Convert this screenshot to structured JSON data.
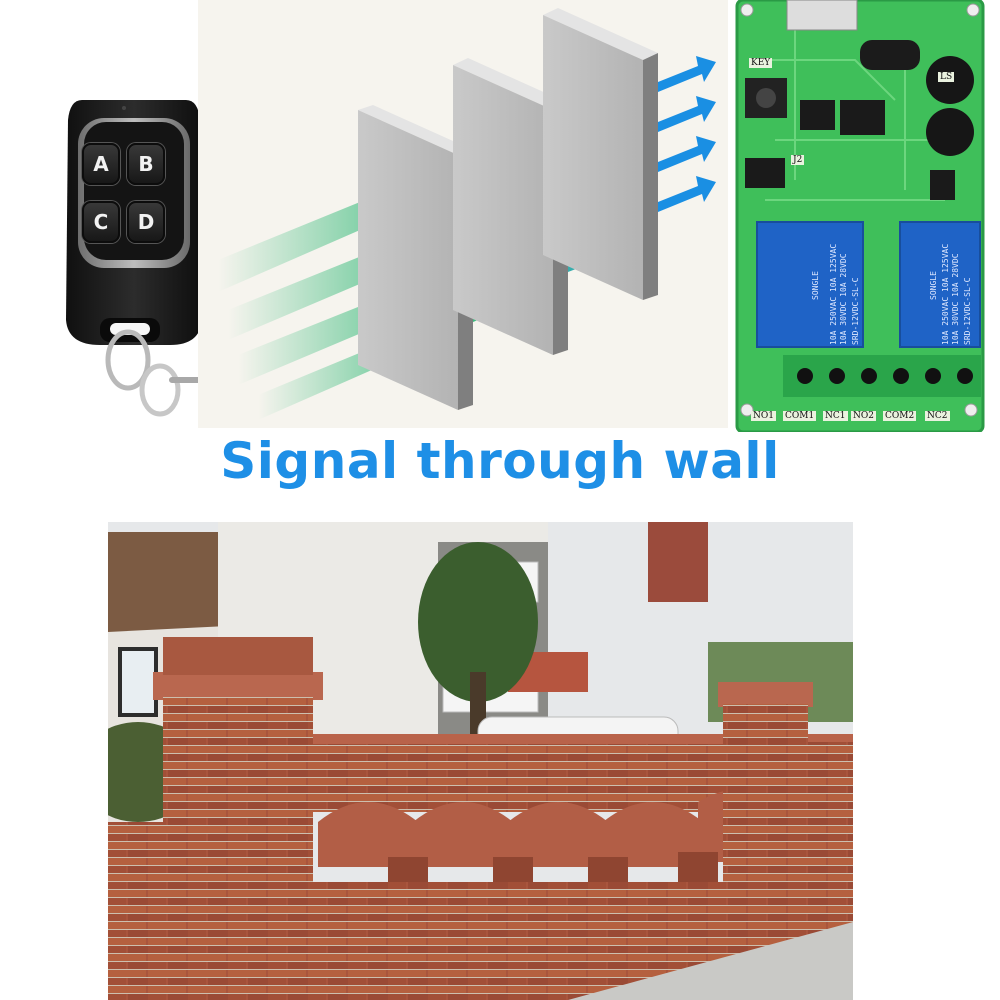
{
  "remote": {
    "buttons": [
      "A",
      "B",
      "C",
      "D"
    ]
  },
  "board": {
    "labels": {
      "key": "KEY",
      "jumper": "J2",
      "cap": "LS"
    },
    "relays": [
      {
        "brand": "SONGLE",
        "rating1": "10A 250VAC  10A 125VAC",
        "rating2": "10A 30VDC  10A 28VDC",
        "model": "SRD-12VDC-SL-C"
      },
      {
        "brand": "SONGLE",
        "rating1": "10A 250VAC  10A 125VAC",
        "rating2": "10A 30VDC  10A 28VDC",
        "model": "SRD-12VDC-SL-C"
      }
    ],
    "terminals": [
      "NO1",
      "COM1",
      "NC1",
      "NO2",
      "COM2",
      "NC2"
    ]
  },
  "headline": "Signal through wall",
  "colors": {
    "headline": "#1e8fe6",
    "signal_green": "#2bb673",
    "signal_blue": "#1a8fe3",
    "pcb": "#3fbf5a",
    "relay": "#1f63c6",
    "brick": "#a9553d"
  }
}
